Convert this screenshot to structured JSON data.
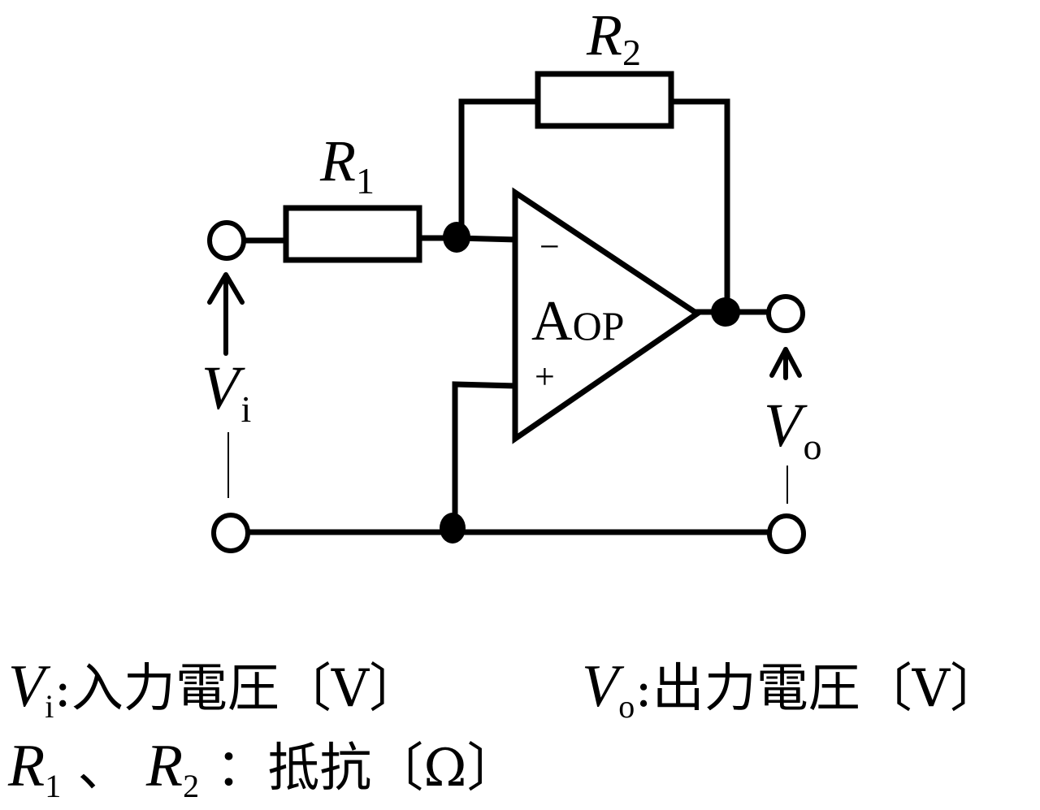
{
  "diagram": {
    "title": "Inverting operational amplifier circuit",
    "components": {
      "r1": {
        "symbol": "R",
        "subscript": "1"
      },
      "r2": {
        "symbol": "R",
        "subscript": "2"
      },
      "opamp": {
        "label_main": "A",
        "label_small": "OP",
        "minus": "−",
        "plus": "+"
      },
      "vi": {
        "symbol": "V",
        "subscript": "i",
        "minus_mark": "—"
      },
      "vo": {
        "symbol": "V",
        "subscript": "o",
        "minus_mark": "—"
      }
    }
  },
  "legend": {
    "line1": {
      "vi_symbol": "V",
      "vi_sub": "i",
      "vi_desc": ":入力電圧〔V〕",
      "vo_symbol": "V",
      "vo_sub": "o",
      "vo_desc": ":出力電圧〔V〕"
    },
    "line2": {
      "r1_symbol": "R",
      "r1_sub": "1",
      "sep": " 、",
      "r2_symbol": "R",
      "r2_sub": "2",
      "desc": " ：抵抗〔Ω〕"
    }
  }
}
